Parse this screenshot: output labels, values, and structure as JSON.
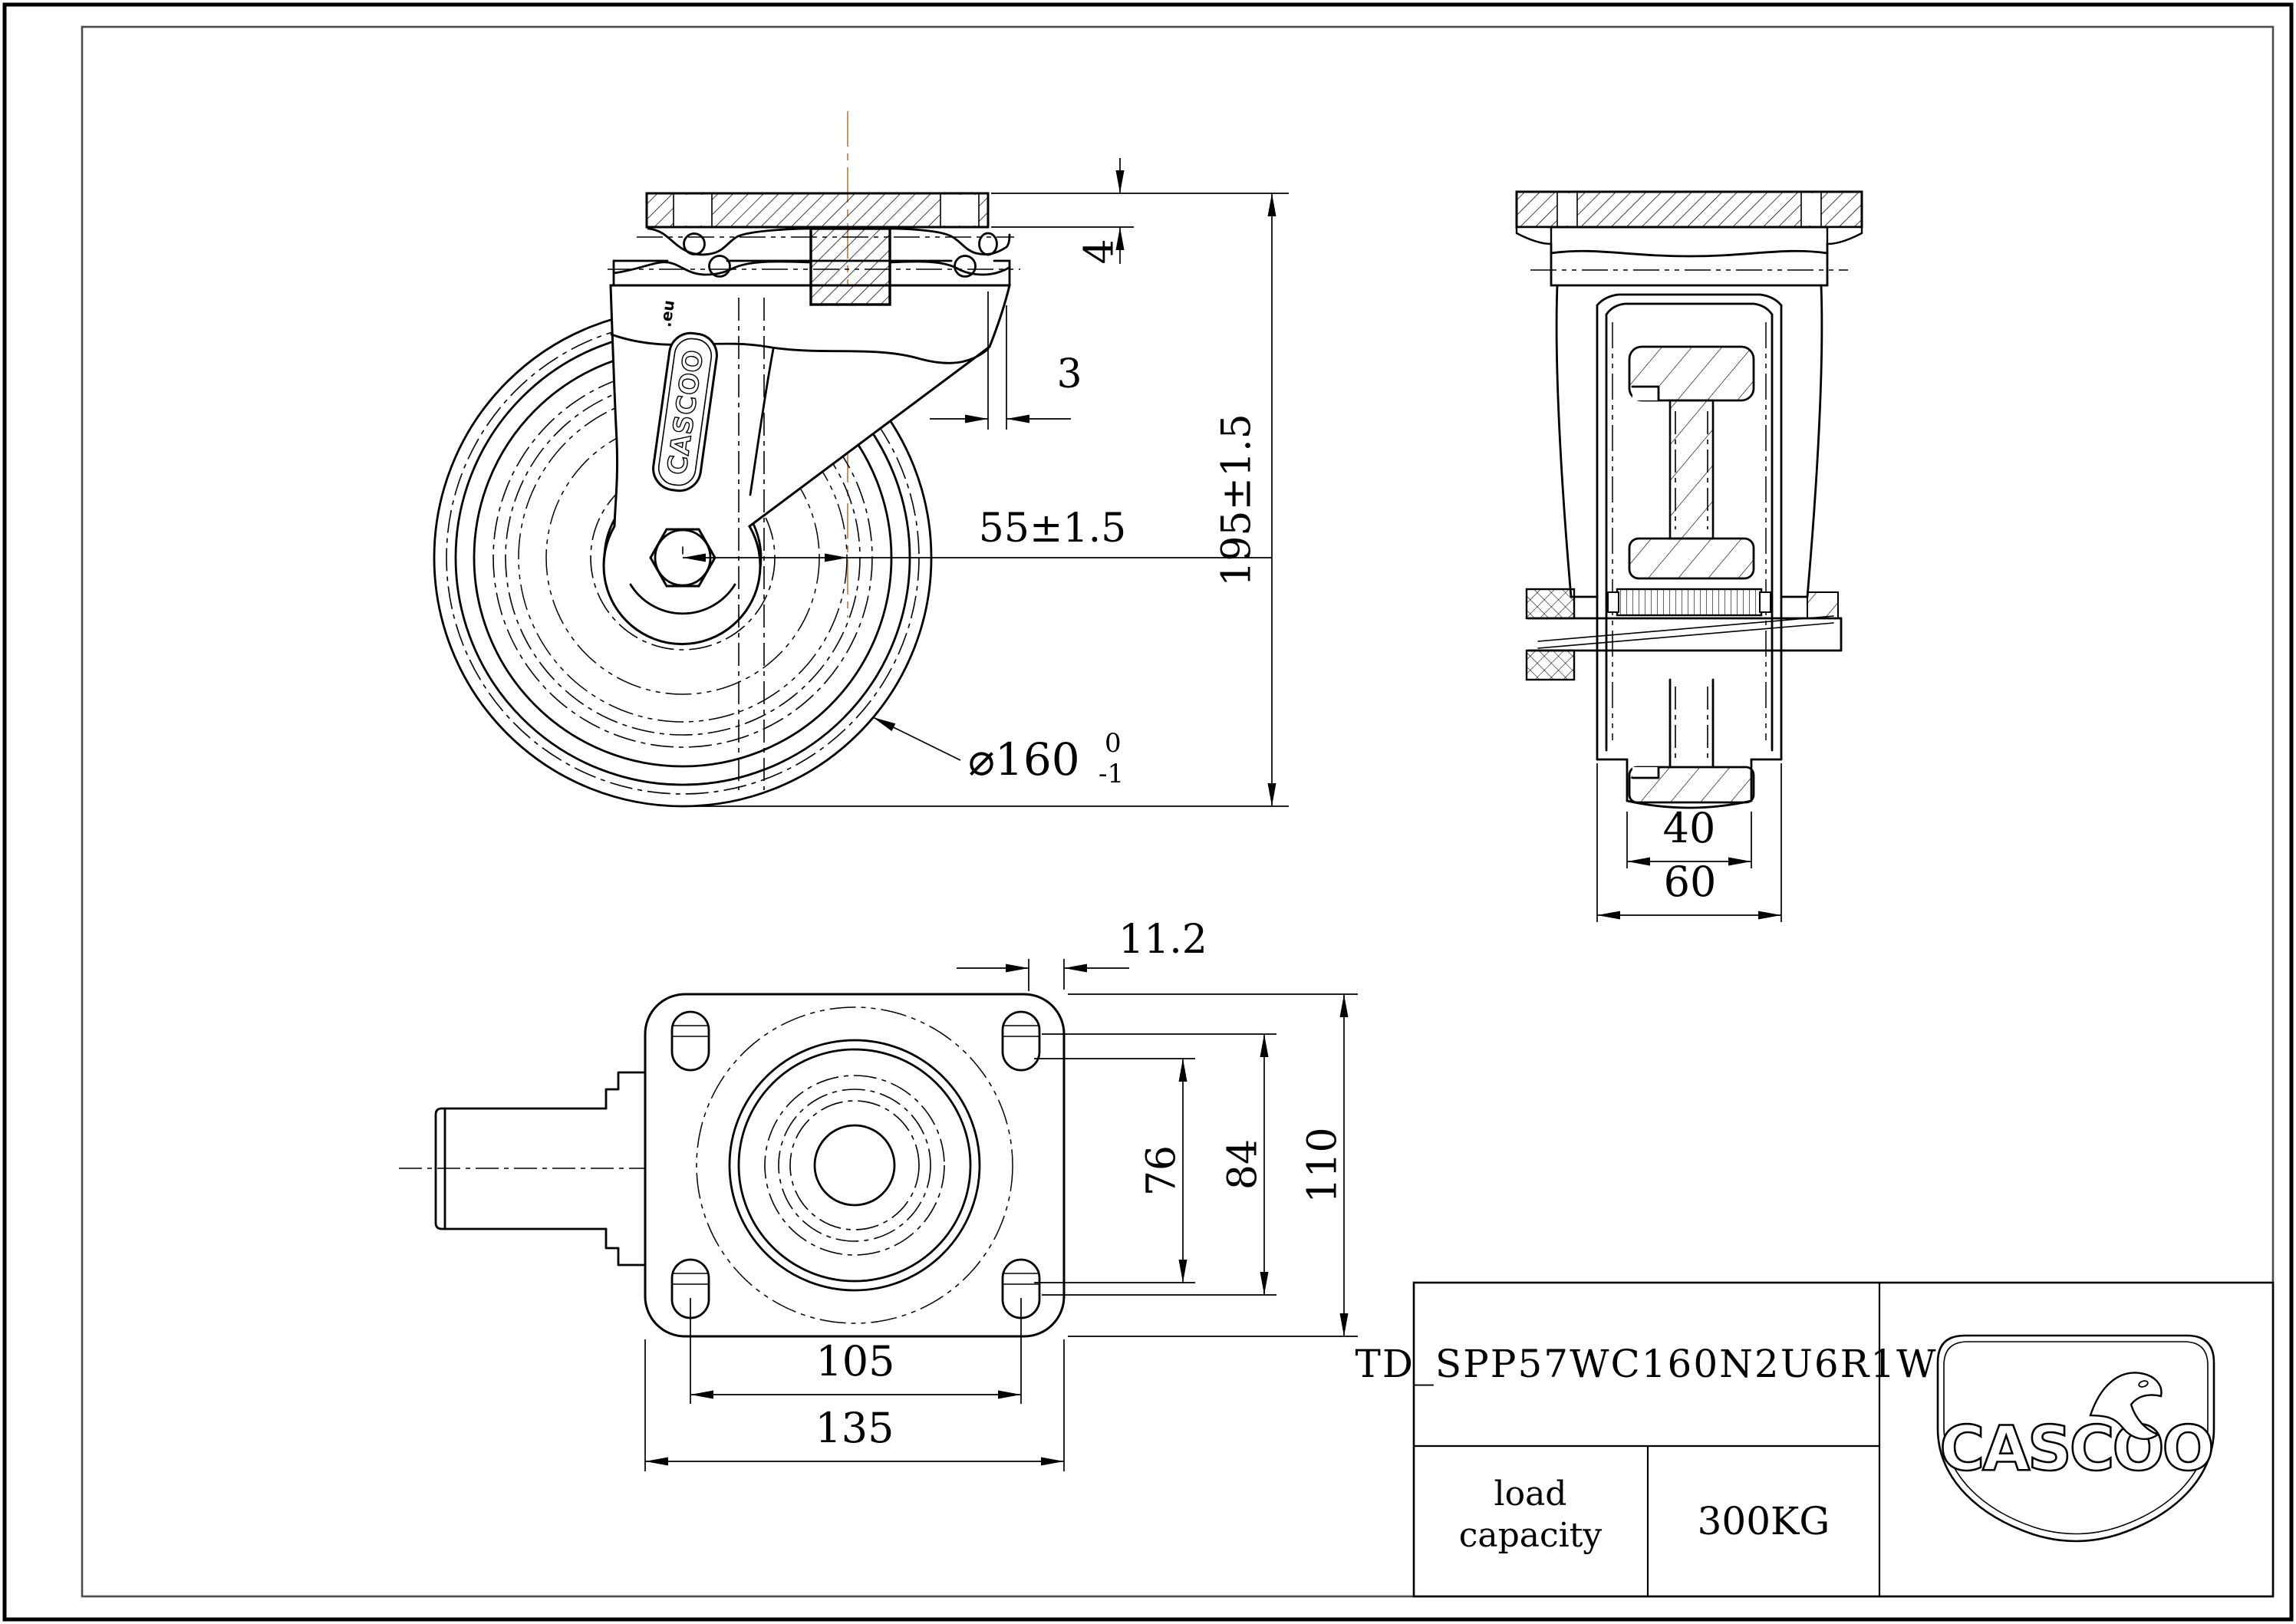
{
  "title_block": {
    "model": "TD_SPP57WC160N2U6R1W",
    "load_label_line1": "load",
    "load_label_line2": "capacity",
    "load_value": "300KG"
  },
  "logo": {
    "brand": "CASCOO"
  },
  "side_badge": {
    "text": "CASCOO",
    "suffix": ".eu"
  },
  "dims": {
    "plate_thickness": "4",
    "edge_offset": "3",
    "center_offset": "55±1.5",
    "overall_height": "195±1.5",
    "wheel_dia": "⌀160",
    "wheel_dia_tol_upper": "0",
    "wheel_dia_tol_lower": "-1",
    "tread_width": "40",
    "hub_width": "60",
    "slot_offset": "11.2",
    "slot_span_inner": "76",
    "slot_span_outer": "84",
    "plate_depth": "110",
    "bolt_spacing": "105",
    "plate_width": "135"
  },
  "colors": {
    "centerline": "#c8874e"
  }
}
